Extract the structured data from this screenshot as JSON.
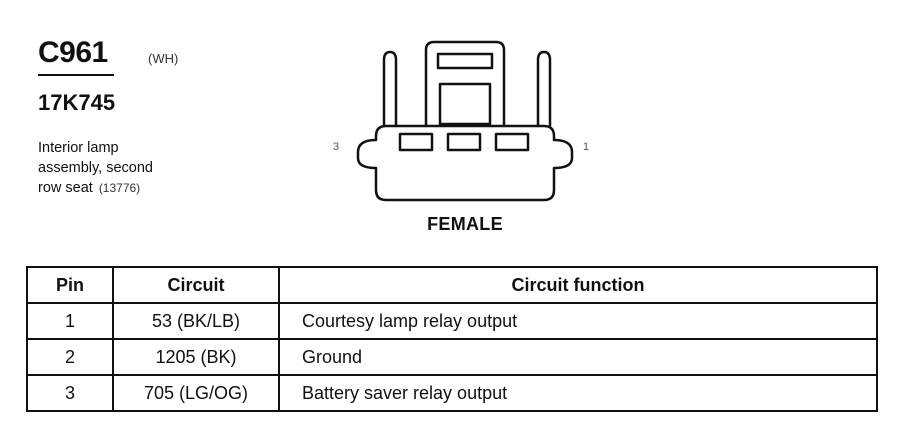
{
  "connector": {
    "id": "C961",
    "color_code": "(WH)",
    "part_number": "17K745",
    "description_lines": [
      "Interior lamp",
      "assembly, second",
      "row seat"
    ],
    "reference": "(13776)"
  },
  "diagram": {
    "pin_left": "3",
    "pin_right": "1",
    "gender": "FEMALE"
  },
  "table": {
    "headers": {
      "pin": "Pin",
      "circuit": "Circuit",
      "function": "Circuit function"
    },
    "rows": [
      {
        "pin": "1",
        "circuit": "53 (BK/LB)",
        "function": "Courtesy lamp relay output"
      },
      {
        "pin": "2",
        "circuit": "1205 (BK)",
        "function": "Ground"
      },
      {
        "pin": "3",
        "circuit": "705 (LG/OG)",
        "function": "Battery saver relay output"
      }
    ]
  }
}
